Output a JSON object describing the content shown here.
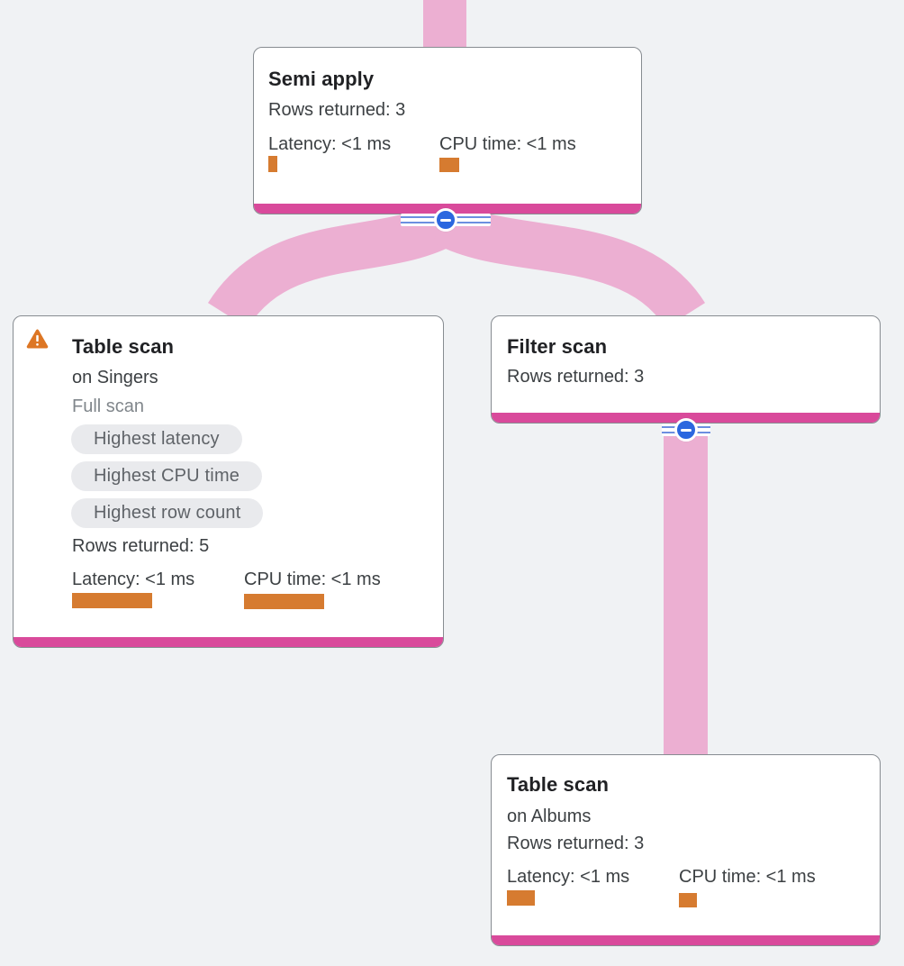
{
  "app": {
    "view": "query-execution-plan"
  },
  "colors": {
    "background": "#f0f2f4",
    "edge_ribbon": "#ecafd2",
    "node_accent_bar": "#d94a9b",
    "metric_bar": "#d67b30",
    "collapse_button_blue": "#2b67df",
    "warning_orange": "#dd7624",
    "chip_background": "#e9eaed"
  },
  "nodes": {
    "semi_apply": {
      "title": "Semi apply",
      "rows": "Rows returned: 3",
      "latency": "Latency: <1 ms",
      "cpu": "CPU time: <1 ms"
    },
    "table_scan_singers": {
      "title": "Table scan",
      "subtitle": "on Singers",
      "scan_type": "Full scan",
      "badges": [
        "Highest latency",
        "Highest CPU time",
        "Highest row count"
      ],
      "rows": "Rows returned: 5",
      "latency": "Latency: <1 ms",
      "cpu": "CPU time: <1 ms",
      "has_warning": "true"
    },
    "filter_scan": {
      "title": "Filter scan",
      "rows": "Rows returned: 3"
    },
    "table_scan_albums": {
      "title": "Table scan",
      "subtitle": "on Albums",
      "rows": "Rows returned: 3",
      "latency": "Latency: <1 ms",
      "cpu": "CPU time: <1 ms"
    }
  }
}
